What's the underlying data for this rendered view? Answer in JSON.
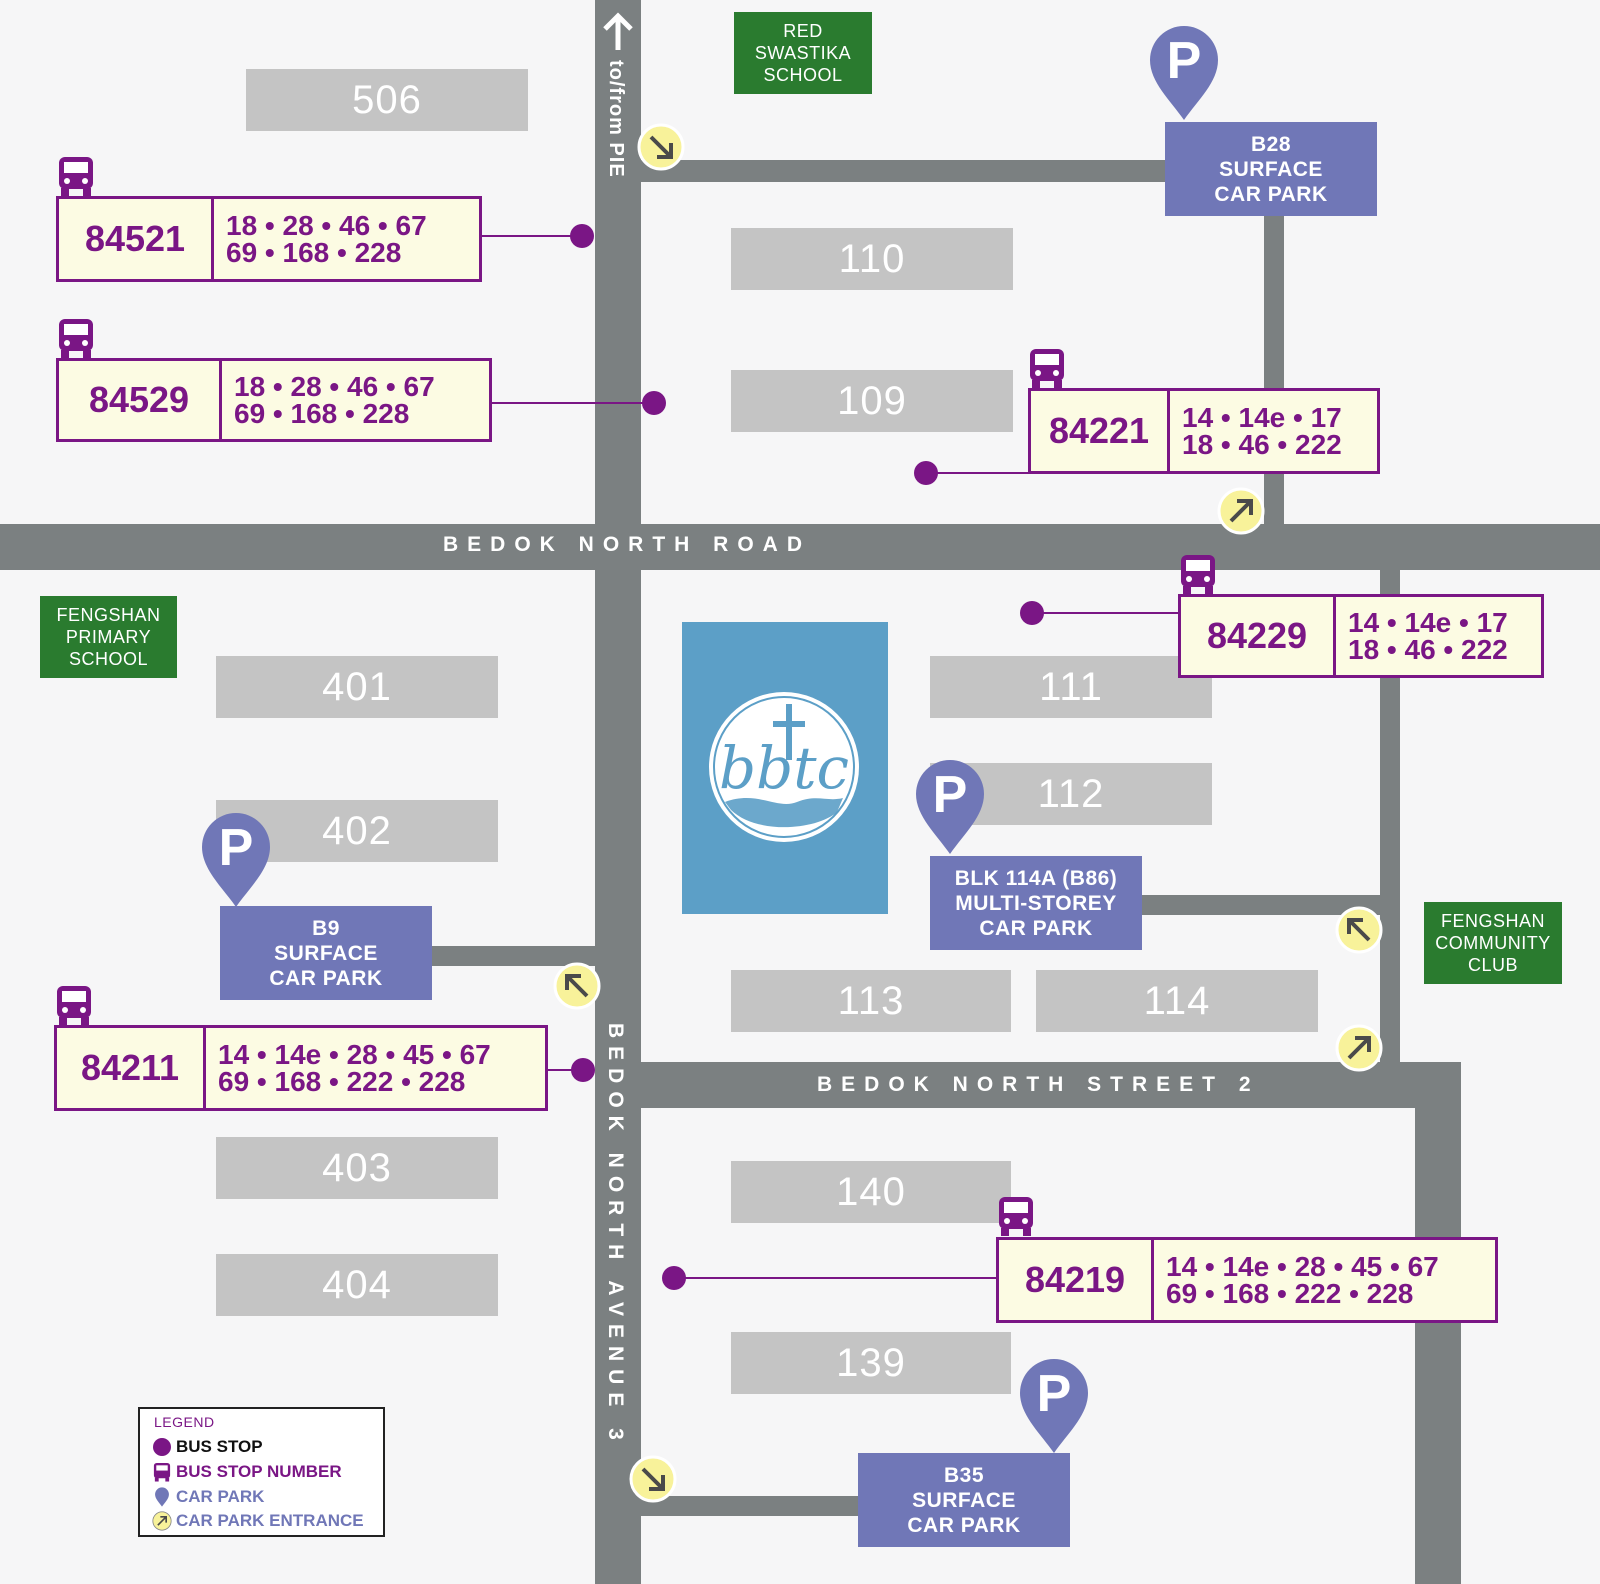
{
  "roads": {
    "bedok_north_road": "BEDOK NORTH ROAD",
    "bedok_north_street_2": "BEDOK NORTH STREET 2",
    "bedok_north_avenue_3": "BEDOK NORTH AVENUE 3",
    "to_from_pie": "to/from PIE"
  },
  "blocks": [
    "506",
    "110",
    "109",
    "401",
    "402",
    "111",
    "112",
    "113",
    "114",
    "403",
    "404",
    "140",
    "139"
  ],
  "landmarks": {
    "red_swastika": [
      "RED",
      "SWASTIKA",
      "SCHOOL"
    ],
    "fengshan_primary": [
      "FENGSHAN",
      "PRIMARY",
      "SCHOOL"
    ],
    "fengshan_cc": [
      "FENGSHAN",
      "COMMUNITY",
      "CLUB"
    ]
  },
  "carparks": {
    "b28": [
      "B28",
      "SURFACE",
      "CAR PARK"
    ],
    "b9": [
      "B9",
      "SURFACE",
      "CAR PARK"
    ],
    "b86": [
      "BLK 114A (B86)",
      "MULTI-STOREY",
      "CAR PARK"
    ],
    "b35": [
      "B35",
      "SURFACE",
      "CAR PARK"
    ]
  },
  "bus_stops": [
    {
      "number": "84521",
      "services": [
        "18 • 28 • 46 • 67",
        "69 • 168 • 228"
      ]
    },
    {
      "number": "84529",
      "services": [
        "18 • 28 • 46 • 67",
        "69 • 168 • 228"
      ]
    },
    {
      "number": "84221",
      "services": [
        "14 • 14e • 17",
        "18 • 46 • 222"
      ]
    },
    {
      "number": "84229",
      "services": [
        "14 • 14e • 17",
        "18 • 46 • 222"
      ]
    },
    {
      "number": "84211",
      "services": [
        "14 • 14e • 28 • 45 • 67",
        "69 • 168 • 222 • 228"
      ]
    },
    {
      "number": "84219",
      "services": [
        "14 • 14e • 28 • 45 • 67",
        "69 • 168 • 222 • 228"
      ]
    }
  ],
  "church_logo": "bbtc",
  "legend": {
    "title": "LEGEND",
    "bus_stop": "BUS STOP",
    "bus_stop_number": "BUS STOP NUMBER",
    "car_park": "CAR PARK",
    "car_park_entrance": "CAR PARK ENTRANCE"
  },
  "colors": {
    "road": "#7b8081",
    "block": "#c4c4c4",
    "bus": "#7a1685",
    "carpark": "#7077b7",
    "landmark": "#2a7b2f",
    "entrance": "#f8f29a",
    "church": "#5c9fc7"
  }
}
